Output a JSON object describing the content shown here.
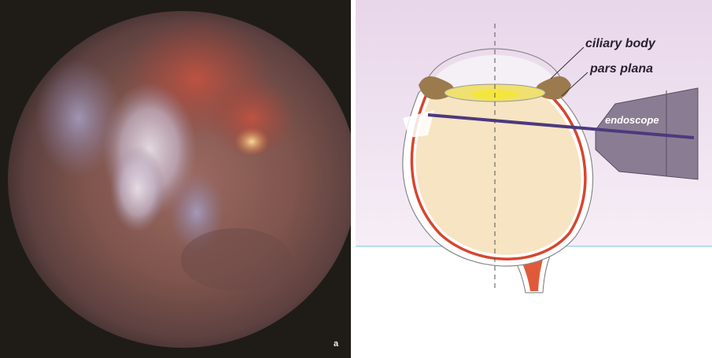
{
  "figure": {
    "panel_letter": "a",
    "labels": {
      "ciliary_body": "ciliary body",
      "pars_plana": "pars plana",
      "endoscope": "endoscope"
    }
  }
}
